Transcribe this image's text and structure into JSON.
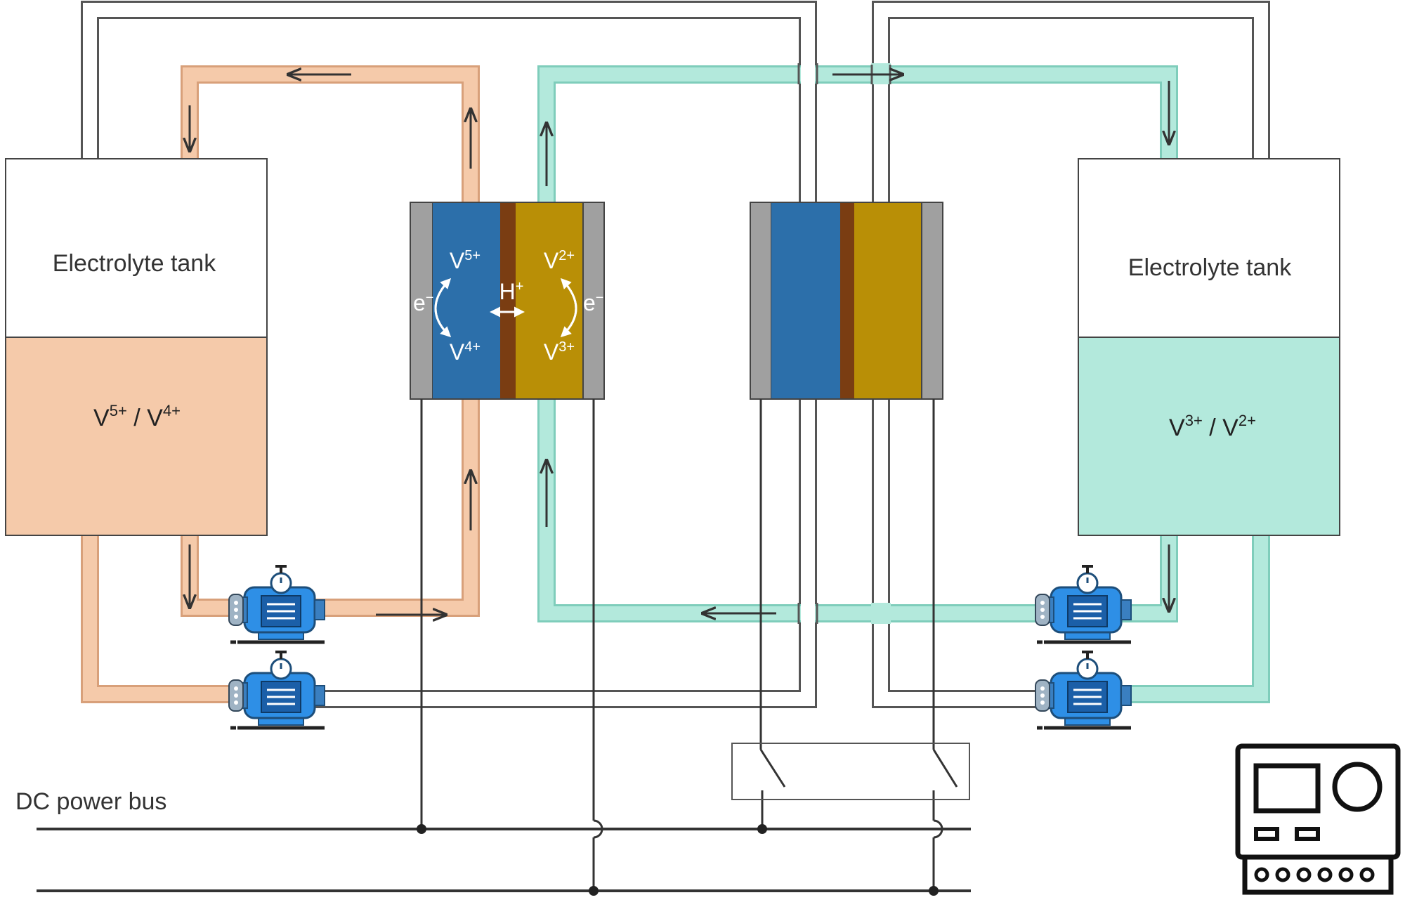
{
  "left_tank": {
    "title": "Electrolyte tank",
    "content_sup1": "5+",
    "content_sep": " / V",
    "content_sup2": "4+",
    "fill_color": "#f5caaa"
  },
  "right_tank": {
    "title": "Electrolyte tank",
    "content_sup1": "3+",
    "content_sep": " / V",
    "content_sup2": "2+",
    "fill_color": "#b3e9dc"
  },
  "cell_left": {
    "ion_top_left": "5+",
    "ion_bottom_left": "4+",
    "ion_top_right": "2+",
    "ion_bottom_right": "3+",
    "proton": "+",
    "electron_left": "e",
    "electron_right": "e",
    "electron_sup": "−"
  },
  "bus": {
    "label": "DC power bus"
  },
  "colors": {
    "catholyte": "#f5caaa",
    "anolyte": "#b3e9dc",
    "electrode_blue": "#2c6faa",
    "electrode_gold": "#b98f06",
    "membrane": "#7a3d12",
    "collector": "#a0a0a0",
    "pump_body": "#2e8fe6",
    "line": "#333333"
  },
  "icons": [
    "pump-icon",
    "control-panel-icon",
    "switch-icon",
    "arrow-icon"
  ]
}
